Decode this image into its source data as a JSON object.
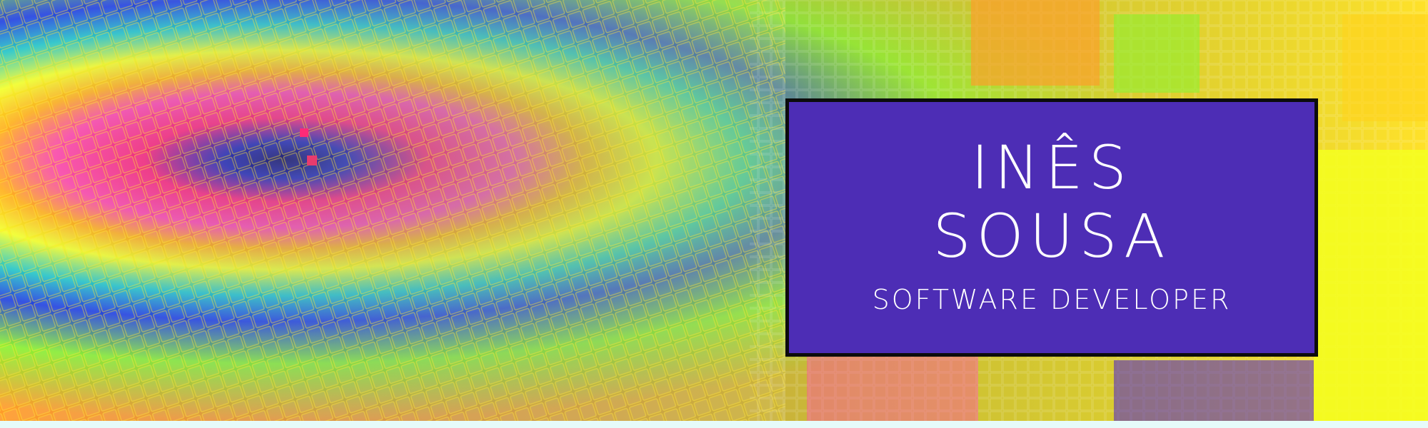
{
  "banner": {
    "first_name": "INÊS",
    "last_name": "SOUSA",
    "role": "SOFTWARE DEVELOPER"
  },
  "colors": {
    "card_background": "#4d2db5",
    "card_border": "#0c0c0c",
    "text": "#ffffff",
    "bottom_strip": "#e6fbfa"
  },
  "art_palette": [
    "#2443e0",
    "#4a1fcf",
    "#ff2f7a",
    "#ff4fa8",
    "#ffd21c",
    "#f6ff2a",
    "#8cf230",
    "#27c7c7",
    "#ff9b2a",
    "#1f1a70"
  ]
}
